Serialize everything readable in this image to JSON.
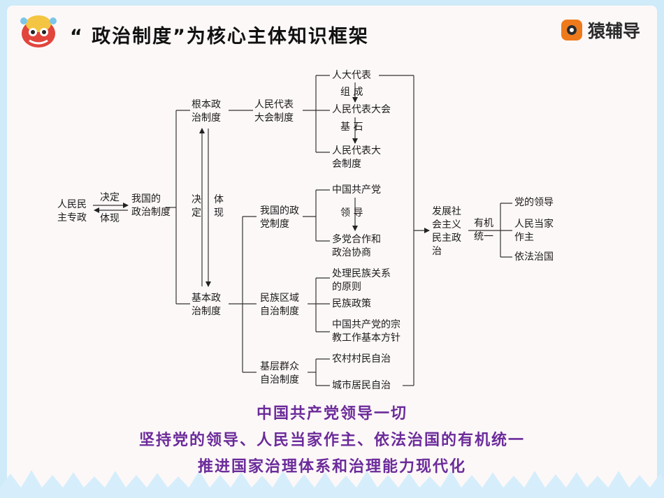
{
  "title": "“ 政治制度”为核心主体知识框架",
  "logo": {
    "text": "猿辅导",
    "icon": "monkey-logo-icon"
  },
  "mascot": {
    "icon": "lion-dance-mascot-icon"
  },
  "nodes": {
    "root": "人民民\n主专政",
    "decide": "决定",
    "embody": "体现",
    "system": "我国的\n政治制度",
    "fundamental": "根本政\n治制度",
    "basic": "基本政\n治制度",
    "vert_decide": "决\n定",
    "vert_embody": "体\n现",
    "npc_system": "人民代表\n大会制度",
    "npc_deputy": "人大代表",
    "compose": "组  成",
    "npc": "人民代表大会",
    "foundation": "基  石",
    "npc_system2": "人民代表大\n会制度",
    "party_system": "我国的政\n党制度",
    "cpc": "中国共产党",
    "lead": "领  导",
    "cooperation": "多党合作和\n政治协商",
    "ethnic": "民族区域\n自治制度",
    "ethnic1": "处理民族关系\n的原则",
    "ethnic2": "民族政策",
    "ethnic3": "中国共产党的宗\n教工作基本方针",
    "grassroots": "基层群众\n自治制度",
    "village": "农村村民自治",
    "urban": "城市居民自治",
    "socialist": "发展社\n会主义\n民主政\n治",
    "organic": "有机\n统一",
    "unity1": "党的领导",
    "unity2": "人民当家\n作主",
    "unity3": "依法治国"
  },
  "slogans": [
    "中国共产党领导一切",
    "坚持党的领导、人民当家作主、依法治国的有机统一",
    "推进国家治理体系和治理能力现代化"
  ],
  "colors": {
    "slogan": "#6b2b9a",
    "border": "#cfeaf8",
    "logo": "#ee7a1c"
  }
}
